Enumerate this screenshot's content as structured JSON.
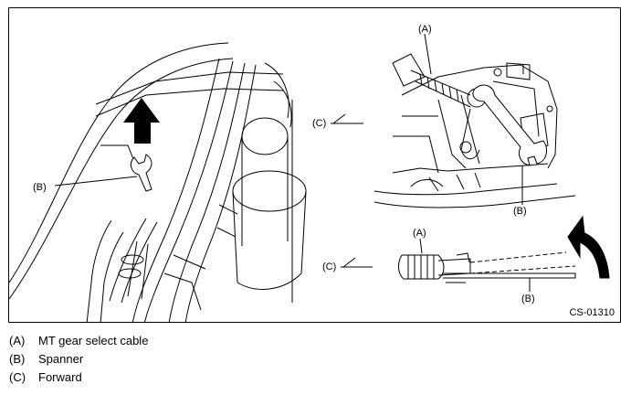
{
  "figure": {
    "code": "CS-01310",
    "callouts": {
      "left_b": "(B)",
      "top_a": "(A)",
      "top_c": "(C)",
      "top_b": "(B)",
      "bottom_a": "(A)",
      "bottom_c": "(C)",
      "bottom_b": "(B)"
    }
  },
  "legend": [
    {
      "key": "(A)",
      "text": "MT gear select cable"
    },
    {
      "key": "(B)",
      "text": "Spanner"
    },
    {
      "key": "(C)",
      "text": "Forward"
    }
  ]
}
